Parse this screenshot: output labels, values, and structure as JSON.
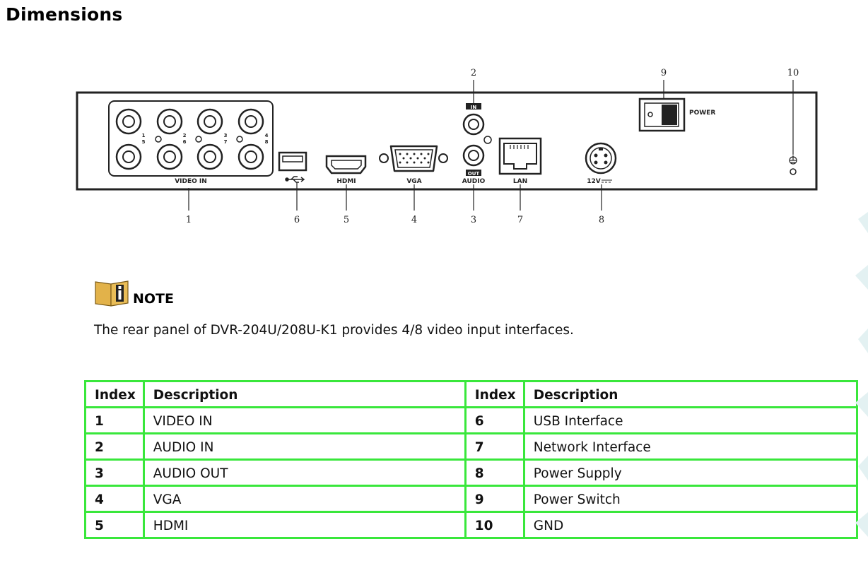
{
  "heading": "Dimensions",
  "diagram": {
    "panel_labels": {
      "video_in": "VIDEO IN",
      "hdmi": "HDMI",
      "vga": "VGA",
      "audio": "AUDIO",
      "audio_in": "IN",
      "audio_out": "OUT",
      "lan": "LAN",
      "power_12v": "12V",
      "power": "POWER"
    },
    "bnc_labels": [
      "1",
      "5",
      "2",
      "6",
      "3",
      "7",
      "4",
      "8"
    ],
    "callouts": [
      "1",
      "2",
      "3",
      "4",
      "5",
      "6",
      "7",
      "8",
      "9",
      "10"
    ]
  },
  "note": {
    "label": "NOTE",
    "text": "The rear panel of DVR-204U/208U-K1 provides 4/8 video input interfaces."
  },
  "table": {
    "headers": [
      "Index",
      "Description",
      "Index",
      "Description"
    ],
    "rows": [
      {
        "i1": "1",
        "d1": "VIDEO IN",
        "i2": "6",
        "d2": "USB Interface"
      },
      {
        "i1": "2",
        "d1": "AUDIO IN",
        "i2": "7",
        "d2": "Network Interface"
      },
      {
        "i1": "3",
        "d1": "AUDIO OUT",
        "i2": "8",
        "d2": "Power Supply"
      },
      {
        "i1": "4",
        "d1": "VGA",
        "i2": "9",
        "d2": "Power Switch"
      },
      {
        "i1": "5",
        "d1": "HDMI",
        "i2": "10",
        "d2": "GND"
      }
    ]
  },
  "colors": {
    "table_border": "#39e73b",
    "note_icon": "#e2b24a"
  }
}
